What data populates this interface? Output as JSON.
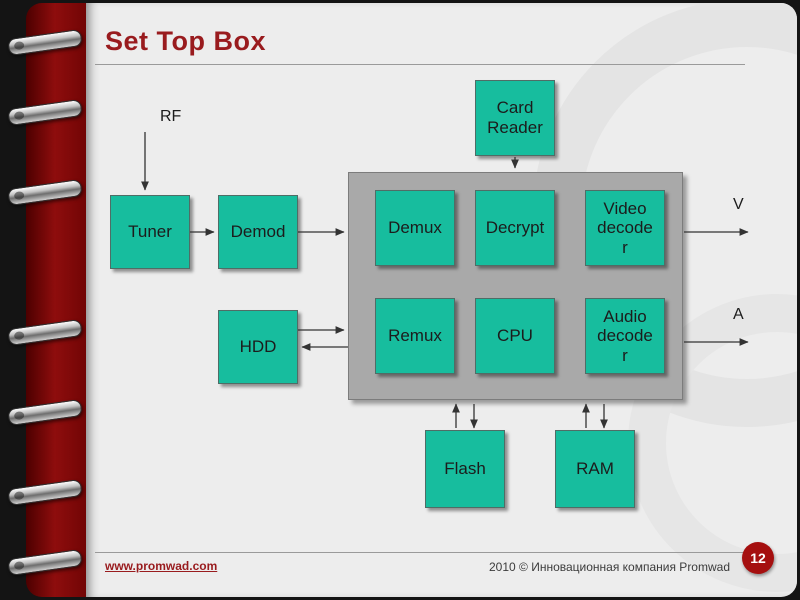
{
  "slide": {
    "title": "Set Top Box",
    "page_number": "12",
    "footer": {
      "link": "www.promwad.com",
      "copyright": "2010 © Инновационная компания Promwad"
    }
  },
  "diagram": {
    "blocks": {
      "card_reader": "Card Reader",
      "tuner": "Tuner",
      "demod": "Demod",
      "hdd": "HDD",
      "demux": "Demux",
      "decrypt": "Decrypt",
      "video_decoder": "Video decoder",
      "remux": "Remux",
      "cpu": "CPU",
      "audio_decoder": "Audio decoder",
      "flash": "Flash",
      "ram": "RAM"
    },
    "labels": {
      "rf_input": "RF",
      "video_output": "V",
      "audio_output": "A"
    }
  },
  "colors": {
    "accent_red": "#991b1e",
    "block_fill": "#17bd9e",
    "soc_container_fill": "#a9a9a9"
  }
}
